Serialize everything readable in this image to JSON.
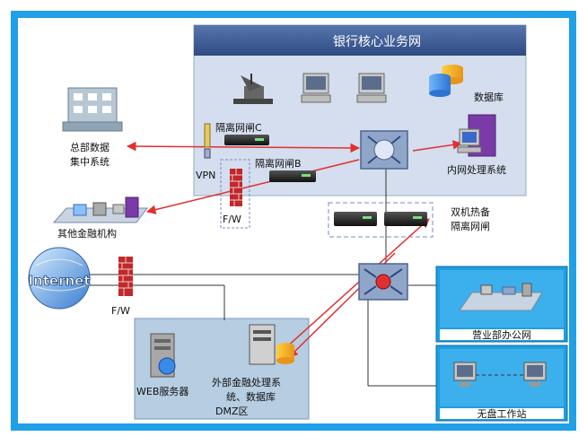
{
  "zones": {
    "core_title": "银行核心业务网",
    "dmz_label": "DMZ区",
    "branch_office_label": "营业部办公网",
    "diskless_label": "无盘工作站"
  },
  "nodes": {
    "hq_line1": "总部数据",
    "hq_line2": "集中系统",
    "other_fin": "其他金融机构",
    "internet_label": "Internet",
    "fw_left": "F/W",
    "fw_core": "F/W",
    "vpn": "VPN",
    "gap_c": "隔离网闸C",
    "gap_b": "隔离网闸B",
    "database": "数据库",
    "intranet": "内网处理系统",
    "ha_line1": "双机热备",
    "ha_line2": "隔离网闸",
    "web_server": "WEB服务器",
    "ext_line1": "外部金融处理系",
    "ext_line2": "统、数据库"
  },
  "colors": {
    "frame": "#1fa0e8",
    "core_bg": "#d4deee",
    "core_header": "#3c5b94",
    "dmz_bg": "#b6cde2",
    "branch_bg": "#1f9ee0",
    "arrow": "#e03030",
    "firewall": "#c0282a"
  }
}
